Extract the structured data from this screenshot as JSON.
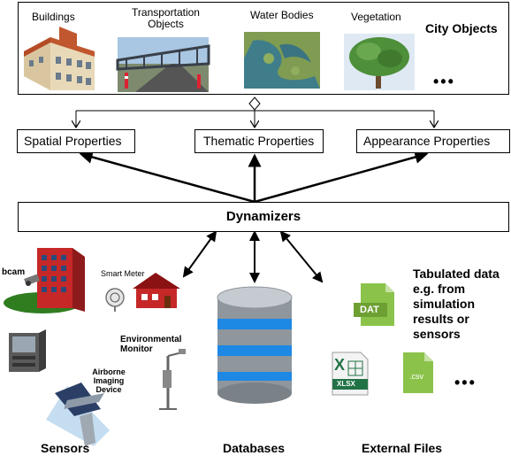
{
  "city_objects": {
    "title": "City Objects",
    "items": [
      "Buildings",
      "Transportation Objects",
      "Water Bodies",
      "Vegetation"
    ],
    "more": "•••"
  },
  "properties": {
    "spatial": "Spatial Properties",
    "thematic": "Thematic Properties",
    "appearance": "Appearance Properties"
  },
  "dynamizers": "Dynamizers",
  "sources": {
    "sensors": {
      "title": "Sensors",
      "webcam": "bcam",
      "smart_meter": "Smart Meter",
      "environmental_monitor": "Environmental Monitor",
      "airborne_device": "Airborne Imaging Device"
    },
    "databases": {
      "title": "Databases"
    },
    "external_files": {
      "title": "External Files",
      "description": "Tabulated data e.g. from simulation results or sensors",
      "file_types": [
        "DAT",
        "XLSX",
        ".csv"
      ],
      "more": "•••"
    }
  }
}
